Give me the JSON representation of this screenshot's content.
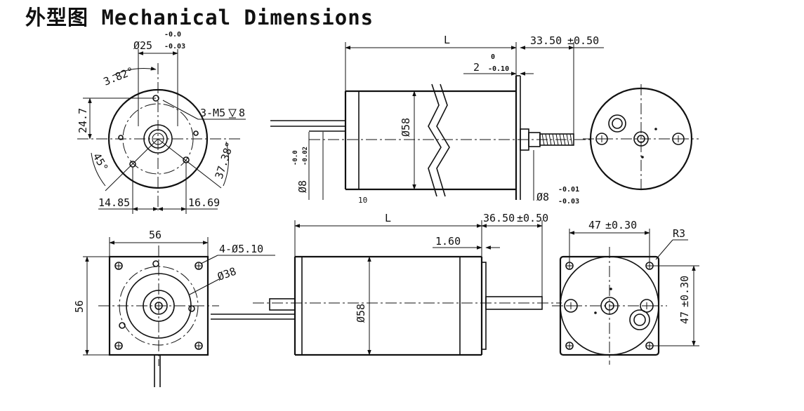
{
  "title": "外型图 Mechanical Dimensions",
  "upper_front": {
    "shaft_dia": "Ø25",
    "shaft_tol_upper": "-0.0",
    "shaft_tol_lower": "-0.03",
    "angle_top": "3.82°",
    "offset_v": "24.7",
    "thread": "3-M5",
    "thread_depth": "8",
    "angle_left": "45°",
    "angle_right": "37.38°",
    "span_left": "14.85",
    "span_right": "16.69"
  },
  "upper_side": {
    "length": "L",
    "shaft_length": "33.50",
    "shaft_length_tol": "±0.50",
    "pilot_length": "2",
    "pilot_tol_upper": "0",
    "pilot_tol_lower": "-0.10",
    "body_dia": "Ø58",
    "pilot_dia": "Ø8",
    "pilot_dia_tol_upper": "-0.0",
    "pilot_dia_tol_lower": "-0.02",
    "shaft_dia": "Ø8",
    "shaft_dia_tol_upper": "-0.01",
    "shaft_dia_tol_lower": "-0.03",
    "cut_label": "10"
  },
  "lower_front": {
    "width": "56",
    "height": "56",
    "holes": "4-Ø5.10",
    "bolt_circle": "Ø38"
  },
  "lower_side": {
    "length": "L",
    "shaft_length": "36.50",
    "shaft_length_tol": "±0.50",
    "flange": "1.60",
    "body_dia": "Ø58"
  },
  "lower_rear": {
    "hole_spacing": "47",
    "hole_spacing_tol": "±0.30",
    "corner_radius": "R3",
    "hole_spacing_v": "47",
    "hole_spacing_v_tol": "±0.30"
  }
}
